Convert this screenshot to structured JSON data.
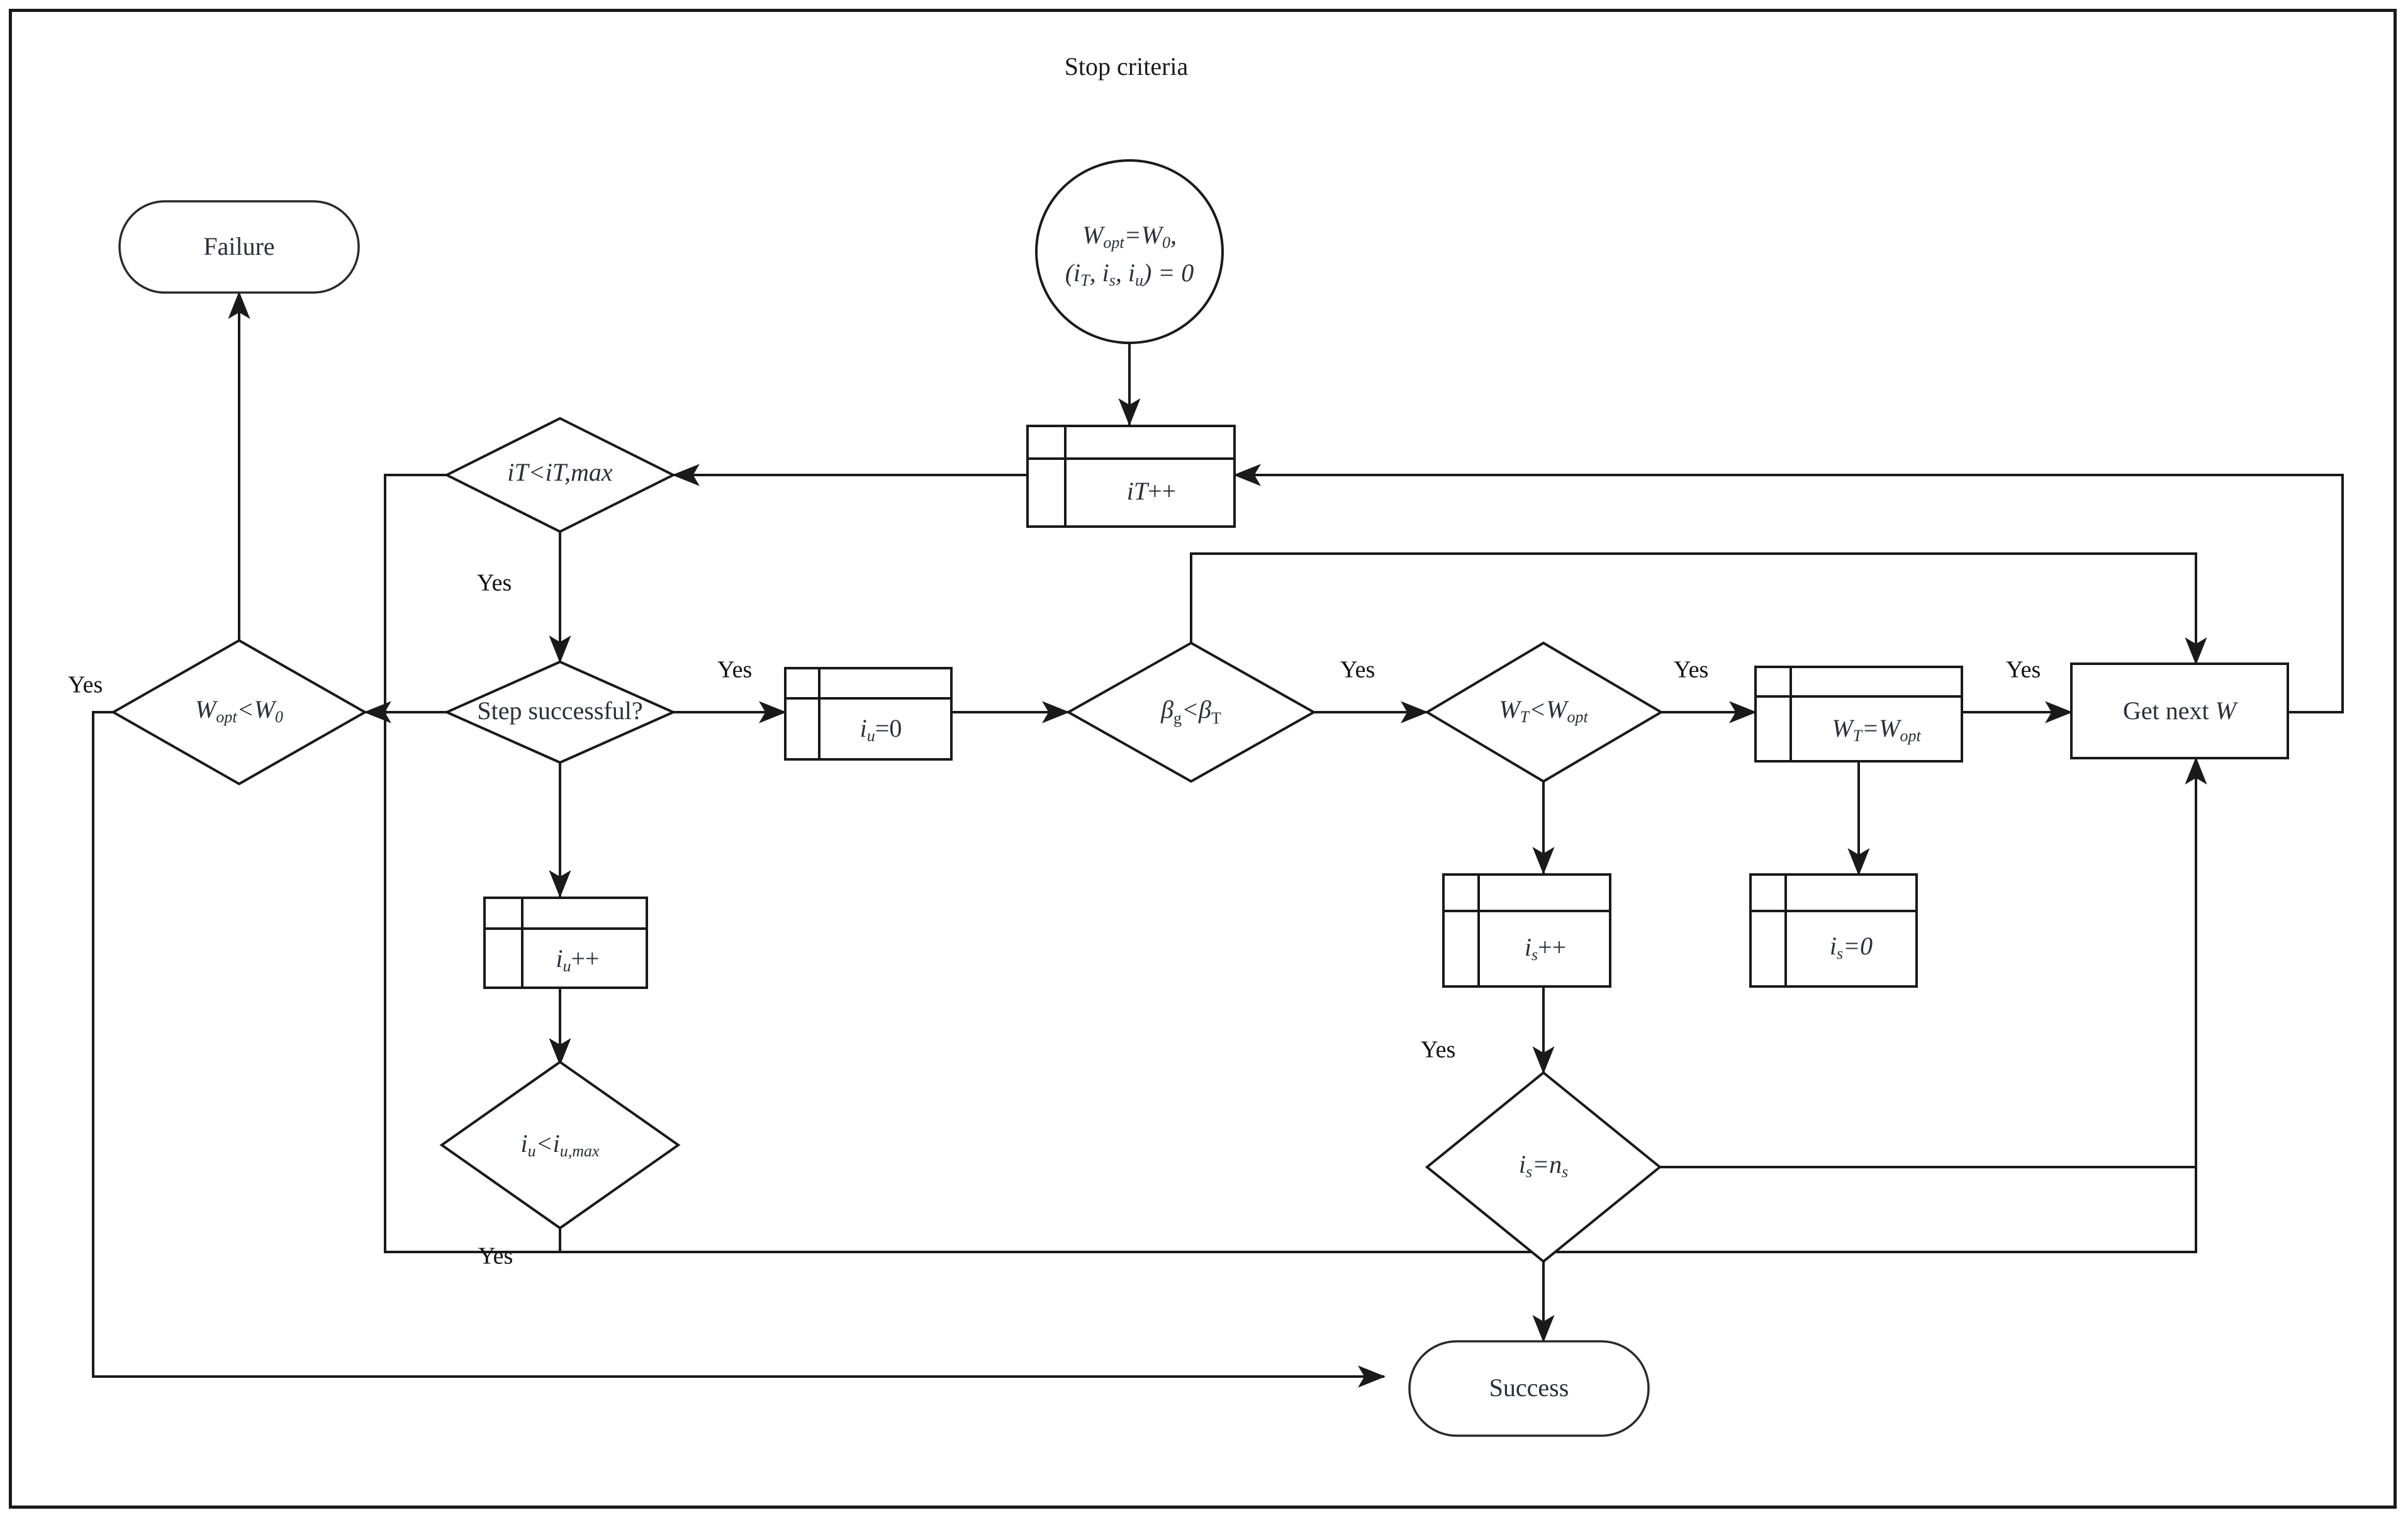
{
  "diagram": {
    "title": "Stop criteria",
    "type": "flowchart",
    "border": "#1a1a1a",
    "line_color": "#1a1a1a",
    "text_color": "#2b2f38"
  },
  "nodes": {
    "start": {
      "name": "start-ellipse",
      "shape": "ellipse",
      "line1": "W",
      "line1_sub": "opt",
      "line1_rest": "=W",
      "line1_sub2": "0",
      "line1_tail": ",",
      "line2a": "(i",
      "line2a_sub": "T",
      "line2b": ", i",
      "line2b_sub": "s",
      "line2c": ", i",
      "line2c_sub": "u",
      "line2d": ") = 0",
      "text": "W_opt=W_0, (i_T, i_s, i_u) = 0"
    },
    "failure": {
      "name": "failure-terminator",
      "shape": "rounded",
      "label": "Failure"
    },
    "success": {
      "name": "success-terminator",
      "shape": "rounded",
      "label": "Success"
    },
    "it_inc": {
      "name": "it-increment-process",
      "shape": "predefined-process",
      "main": "iT",
      "suffix": "++",
      "text": "iT++"
    },
    "it_max": {
      "name": "it-max-decision",
      "shape": "diamond",
      "a": "iT",
      "op": "<",
      "b": "iT,",
      "b_it": "max",
      "text": "iT<iT,max"
    },
    "wopt_w0": {
      "name": "wopt-lt-w0-decision",
      "shape": "diamond",
      "a": "W",
      "a_sub": "opt",
      "op": "<",
      "b": "W",
      "b_sub": "0",
      "text": "W_opt<W_0"
    },
    "step_ok": {
      "name": "step-successful-decision",
      "shape": "diamond",
      "label": "Step successful?"
    },
    "iu_zero": {
      "name": "iu-reset-process",
      "shape": "predefined-process",
      "main": "i",
      "main_sub": "u",
      "suffix": "=0",
      "text": "i_u=0"
    },
    "iu_inc": {
      "name": "iu-increment-process",
      "shape": "predefined-process",
      "main": "i",
      "main_sub": "u",
      "suffix": "++",
      "text": "i_u++"
    },
    "iu_max": {
      "name": "iu-max-decision",
      "shape": "diamond",
      "a": "i",
      "a_sub": "u",
      "op": "<",
      "b": "i",
      "b_sub": "u,max",
      "text": "i_u<i_u,max"
    },
    "beta": {
      "name": "beta-decision",
      "shape": "diamond",
      "a": "β",
      "a_sub": "g",
      "op": "<",
      "b": "β",
      "b_sub": "T",
      "text": "β_g<β_T"
    },
    "wt_wopt": {
      "name": "wt-lt-wopt-decision",
      "shape": "diamond",
      "a": "W",
      "a_sub": "T",
      "op": "<",
      "b": "W",
      "b_sub": "opt",
      "text": "W_T<W_opt"
    },
    "is_inc": {
      "name": "is-increment-process",
      "shape": "predefined-process",
      "main": "i",
      "main_sub": "s",
      "suffix": "++",
      "text": "i_s++"
    },
    "is_ns": {
      "name": "is-equals-ns-decision",
      "shape": "diamond",
      "a": "i",
      "a_sub": "s",
      "op": "=",
      "b": "n",
      "b_sub": "s",
      "text": "i_s=n_s"
    },
    "wt_assign": {
      "name": "wt-assign-process",
      "shape": "predefined-process",
      "main": "W",
      "main_sub": "T",
      "suffix": "=W",
      "suffix_sub": "opt",
      "text": "W_T=W_opt"
    },
    "is_zero": {
      "name": "is-reset-process",
      "shape": "predefined-process",
      "main": "i",
      "main_sub": "s",
      "suffix": "=0",
      "text": "i_s=0"
    },
    "get_next": {
      "name": "get-next-w-process",
      "shape": "rect",
      "label_a": "Get next ",
      "label_b": "W",
      "text": "Get next W"
    }
  },
  "edge_labels": {
    "yes_wopt": "Yes",
    "yes_itmax": "Yes",
    "yes_step": "Yes",
    "yes_beta": "Yes",
    "yes_wt": "Yes",
    "yes_wtassign": "Yes",
    "yes_iumax": "Yes",
    "yes_isinc": "Yes"
  }
}
